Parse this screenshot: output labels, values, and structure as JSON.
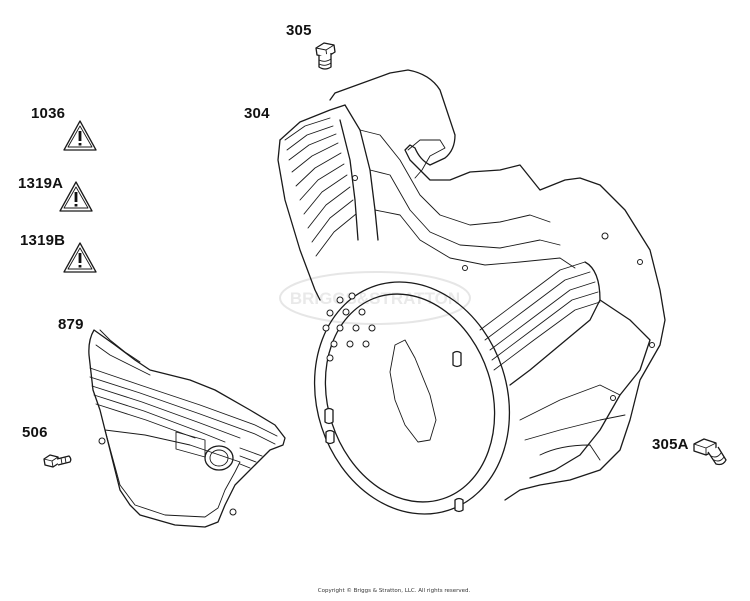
{
  "labels": {
    "p305": "305",
    "p304": "304",
    "p1036": "1036",
    "p1319A": "1319A",
    "p1319B": "1319B",
    "p879": "879",
    "p506": "506",
    "p305A": "305A"
  },
  "watermark": "BRIGGS&STRATTON",
  "copyright": "Copyright © Briggs & Stratton, LLC. All rights reserved."
}
